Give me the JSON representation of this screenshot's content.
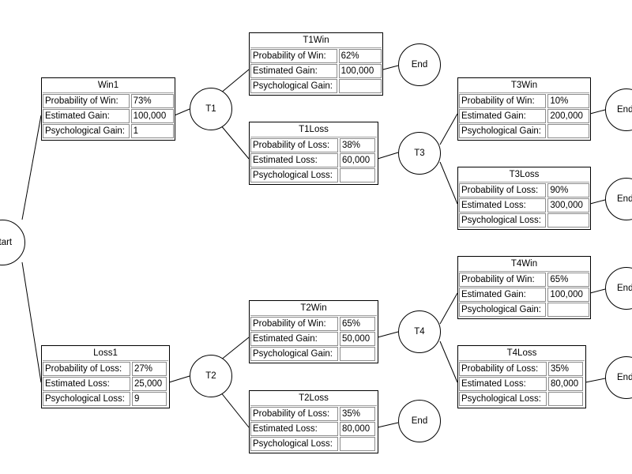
{
  "nodes": {
    "start": "Start",
    "t1": "T1",
    "t2": "T2",
    "t3": "T3",
    "t4": "T4",
    "end_t1win": "End",
    "end_t3win": "End",
    "end_t3loss": "End",
    "end_t4win": "End",
    "end_t4loss": "End",
    "end_t2loss": "End"
  },
  "boxes": {
    "win1": {
      "title": "Win1",
      "rows": [
        {
          "label": "Probability of Win:",
          "value": "73%"
        },
        {
          "label": "Estimated Gain:",
          "value": "100,000"
        },
        {
          "label": "Psychological Gain:",
          "value": "1"
        }
      ]
    },
    "loss1": {
      "title": "Loss1",
      "rows": [
        {
          "label": "Probability of Loss:",
          "value": "27%"
        },
        {
          "label": "Estimated Loss:",
          "value": "25,000"
        },
        {
          "label": "Psychological Loss:",
          "value": "9"
        }
      ]
    },
    "t1win": {
      "title": "T1Win",
      "rows": [
        {
          "label": "Probability of Win:",
          "value": "62%"
        },
        {
          "label": "Estimated Gain:",
          "value": "100,000"
        },
        {
          "label": "Psychological Gain:",
          "value": ""
        }
      ]
    },
    "t1loss": {
      "title": "T1Loss",
      "rows": [
        {
          "label": "Probability of Loss:",
          "value": "38%"
        },
        {
          "label": "Estimated Loss:",
          "value": "60,000"
        },
        {
          "label": "Psychological Loss:",
          "value": ""
        }
      ]
    },
    "t2win": {
      "title": "T2Win",
      "rows": [
        {
          "label": "Probability of Win:",
          "value": "65%"
        },
        {
          "label": "Estimated Gain:",
          "value": "50,000"
        },
        {
          "label": "Psychological Gain:",
          "value": ""
        }
      ]
    },
    "t2loss": {
      "title": "T2Loss",
      "rows": [
        {
          "label": "Probability of Loss:",
          "value": "35%"
        },
        {
          "label": "Estimated Loss:",
          "value": "80,000"
        },
        {
          "label": "Psychological Loss:",
          "value": ""
        }
      ]
    },
    "t3win": {
      "title": "T3Win",
      "rows": [
        {
          "label": "Probability of Win:",
          "value": "10%"
        },
        {
          "label": "Estimated Gain:",
          "value": "200,000"
        },
        {
          "label": "Psychological Gain:",
          "value": ""
        }
      ]
    },
    "t3loss": {
      "title": "T3Loss",
      "rows": [
        {
          "label": "Probability of Loss:",
          "value": "90%"
        },
        {
          "label": "Estimated Loss:",
          "value": "300,000"
        },
        {
          "label": "Psychological Loss:",
          "value": ""
        }
      ]
    },
    "t4win": {
      "title": "T4Win",
      "rows": [
        {
          "label": "Probability of Win:",
          "value": "65%"
        },
        {
          "label": "Estimated Gain:",
          "value": "100,000"
        },
        {
          "label": "Psychological Gain:",
          "value": ""
        }
      ]
    },
    "t4loss": {
      "title": "T4Loss",
      "rows": [
        {
          "label": "Probability of Loss:",
          "value": "35%"
        },
        {
          "label": "Estimated Loss:",
          "value": "80,000"
        },
        {
          "label": "Psychological Loss:",
          "value": ""
        }
      ]
    }
  }
}
